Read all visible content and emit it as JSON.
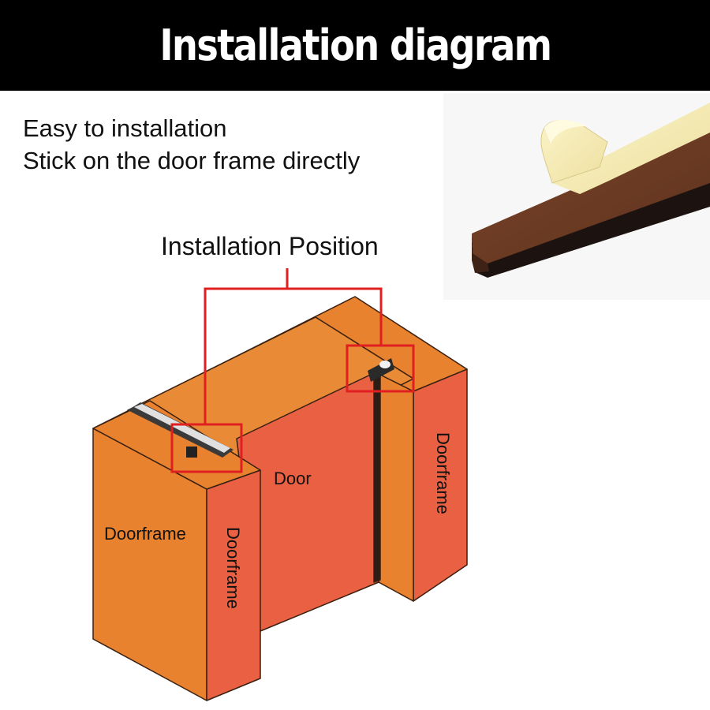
{
  "header": {
    "title": "Installation diagram"
  },
  "intro": {
    "line1": "Easy to installation",
    "line2": "Stick on the door frame directly"
  },
  "diagram": {
    "position_label": "Installation Position",
    "labels": {
      "door": "Door",
      "doorframe_left": "Doorframe",
      "doorframe_mid": "Doorframe",
      "doorframe_right": "Doorframe"
    }
  },
  "colors": {
    "header_bg": "#000000",
    "frame_front": "#E8822F",
    "frame_side": "#EA6042",
    "highlight": "#E02020",
    "strip": "#6B3A24",
    "tape": "#F5EBB0"
  }
}
